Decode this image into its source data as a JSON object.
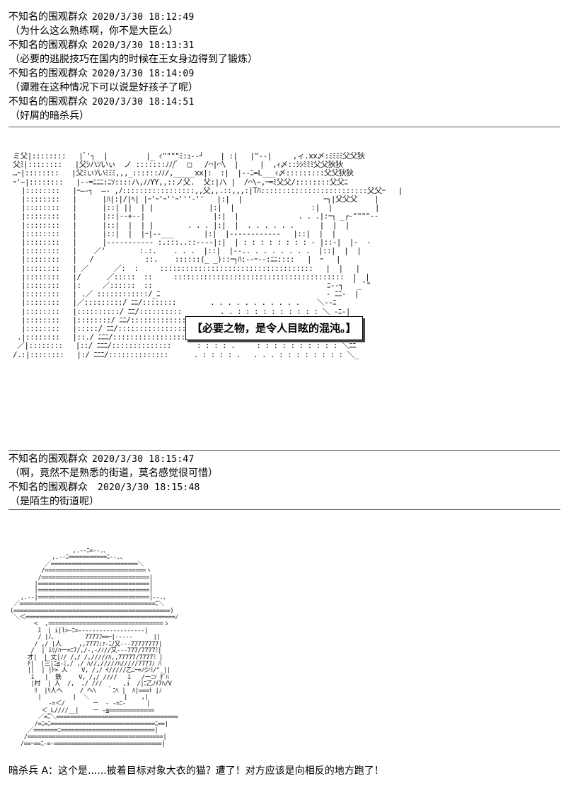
{
  "chat1": [
    {
      "user": "不知名的围观群众",
      "time": "2020/3/30  18:12:49",
      "message": "（为什么这么熟练啊，你不是大臣么）"
    },
    {
      "user": "不知名的围观群众",
      "time": "2020/3/30  18:13:31",
      "message": "（必要的逃脱技巧在国内的时候在王女身边得到了锻炼）"
    },
    {
      "user": "不知名的围观群众",
      "time": "2020/3/30  18:14:09",
      "message": "（谭雅在这种情况下可以说是好孩子了呢）"
    },
    {
      "user": "不知名的围观群众",
      "time": "2020/3/30  18:14:51",
      "message": "（好屑的暗杀兵）"
    }
  ],
  "scene": {
    "caption": "【必要之物，是令人目眩的混沌。】",
    "art_lines": [
      "ミ父|::::::::   |ﾞ'┐  |         |_ ｨ\"\"\"\"ﾐ:ｭ--┘    | :|   |\"‐‐|     ,ィ.xx〆:ﾐﾐﾐﾐ父父狄",
      "父ﾐ|::::::::   |父ｼハｿいぃ  ノ :::::::ﾉﾉ/ﾞ  □   /⌒|⌒\\  |     |  ,ｨ〆::ｼｼﾐﾐﾐ父父狄狄",
      "…ｰ|::::::::   |父ﾐぃｿいﾐﾐﾐ,,,_::::::ﾉﾉ/,_____xx|:  :|  |--ﾆ=L___ｨ〆:::::::::父父狄狄",
      "ｰ'~|::::::::   |‐‐=ﾆﾆﾆ:ﾆｿ::::ハ,ﾉﾉYY,,::ノ父.  父:|ﾉ\\ |  /⌒\\~,ｰ=ﾐ父父/::::::::父父ﾆ",
      "  |::::::::   |ｰ―‐┐  ―‐ ,ﾉ:::::::::::::::::,,父,,.::,,,:|Tﾊ:::::::::::::::::::::::::父父ｰ   |",
      "  |::::::::   |      |ﾊ|:|/|ﾍ| |ｰ'ｰ'ｰ''ｰ'''‐''   |:|  |                   ｰ┐|父父父    |",
      "  |::::::::   |      |::| ||  | |             |:|  |                  :|  |          |",
      "  |::::::::   |      |::|‐‐+‐‐|                |:|  |              . . .|:ｰ┐ _┌‐\"\"\"\"‐‐",
      "  |::::::::   |      |::|  |  | |        . . . |:|  |  . . . . . .      |  |  |",
      "  |::::::::   |      |::|  |  |ｰ|‐‐___       |:|  |‐‐‐‐‐‐‐‐‐‐‐‐   |::|  |  |",
      "  |::::::::   |      |‐‐‐‐‐‐‐‐‐‐‐ :.:::..::‐‐‐‐|:|  | : : : : : : : : ‐ |::‐|  |‐  ‐",
      "  |::::::::   |    ／'        :.:.    . . .  |::|  |‐‐.. . . . . . . .  |::|  |  |",
      "  |::::::::   |   /            ::.    ::::::(_ _)::ｰ┐ﾊ:‐‐ｰ‐‐:ﾆﾆ::::   |  ｰ   |",
      "  |::::::::   | ／      ／:  :     ::::::::::::::::::::::::::::::::::::   |  |   |",
      "  |::::::::   |/      ／:::::  ::     ::::::::::::::::::::::::::::::::::::::::  |  |",
      "  |::::::::   |:     ／::::::  ::                                         ﾆ‐‐┐   ﾞ_ ﾞ\"",
      "  |::::::::   | .／ ::::::::::::/_ﾆ                                       ‐ ﾆﾆ‐  |",
      "  |::::::::   |／:::::::::/ ﾆﾆ/::::::::        . . . . . . . . . . .    ＼‐‐ﾆ",
      "  |::::::::   |::::::::::/ ﾆﾆ/::::::::::         . . : : : : : : : : : : ＼ ‐ﾆ‐|",
      "  |::::::::   |::::::::/ ﾆﾆ/:::::::::::::     . . : : : : : : : : : : : : :＼ ﾆ‐ﾆ",
      "  |::::::::   |:::::/ ﾆﾆ/:::::::::::::::::::::  . . . :  . . . . . . : : : ＼‐ﾆ‐",
      " .|::::::::   |::./ ﾆﾆﾆ/:::::::::::::::::::::       . .      . . . : : : : : ＼ﾆﾆ‐",
      " ／|::::::::   |::/ ﾆﾆﾆ/::::::::::::::      : : : : .     : : : : : : : : : : ＼ﾆﾆ",
      "/.:|::::::::   |:/ ﾆﾆﾆ/::::::::::::::      . : : : : .   . . . : : : : : : : : ＼_"
    ]
  },
  "chat2": [
    {
      "user": "不知名的围观群众",
      "time": "2020/3/30  18:15:47",
      "message": "（啊，竟然不是熟悉的街道，莫名感觉很可惜）"
    },
    {
      "user": "不知名的围观群众",
      "time": " 2020/3/30  18:15:48",
      "message": "（是陌生的街道呢）"
    }
  ],
  "cat_art": [
    "                  ,.-‐ﾆ=‐-.、",
    "            ,.-‐ﾆ===========ﾆ‐-.、",
    "          ／=========================＼",
    "         /=============================ヽ",
    "        /===============================|",
    "       |================================|",
    "       |================================|",
    "   ,.-‐|================================|‐-.、",
    " ／=======================================ﾆ＼",
    "(=============================================)",
    " ＼＜===========================================ﾉ",
    "       <  ,=================================ゝ",
    "        ｽ  | i|l>‐ﾆ=‐‐‐‐‐‐‐‐‐‐‐‐‐‐‐‐‐‐‐|",
    "        / |ﾉ、        7777ﾌ==ｰ|‐‐‐‐‐      ||",
    "       / ,/ |人     ,,777ﾌ:ｧ‐ﾆﾉ又‐‐‐77777777|",
    "      /  | iﾘ/ﾊ一=ﾆ7/,/-,-/ﾉ//又---777/7777ﾐ|",
    "     才|  | 丈|ﾉ/ /,/ /,/////ﾊ,,77777/7777ﾐ |",
    "     ﾁ|  |三|ﾆ≦‐ﾐ,/ ,/ ﾊ//,/////ﾊ/////7777ﾉ ﾊ",
    "     ||  | |ﾄ> 人    V, /,/ ｲ/////乙ﾆｰ=ﾉ少ﾐ/\"_||",
    "      i   |  鉄     V, /,/ ////   i   /ーﾆｿ ｵﾞﾊ",
    "      |村  | 人  /,  ,/ ///      ,i  /|ﾆ乙ﾉﾒ7ﾊ/V",
    "       ﾘ  |ﾘ人ヘ     / ヘ\\   ｀ﾆﾍ |  ﾊ|===ﾄ |ﾉ",
    "        |         |  ＼          |    ,|",
    "           ‐=＜/        ー  ‐ ‐=ﾆ‐      |",
    "         ＜_L////__|    ー ‐≦=============",
    "        ／=ﾆ＼===================================",
    "       /=ﾆ=ﾆ==============================ﾆ==|",
    "     ／=======ﾆ===========================|",
    "    /=======================================|",
    "   /==ｰ==ﾆ-=‐===============================|"
  ],
  "dialogue": "暗杀兵 A：这个是......披着目标对象大衣的猫？遭了！对方应该是向相反的地方跑了！"
}
